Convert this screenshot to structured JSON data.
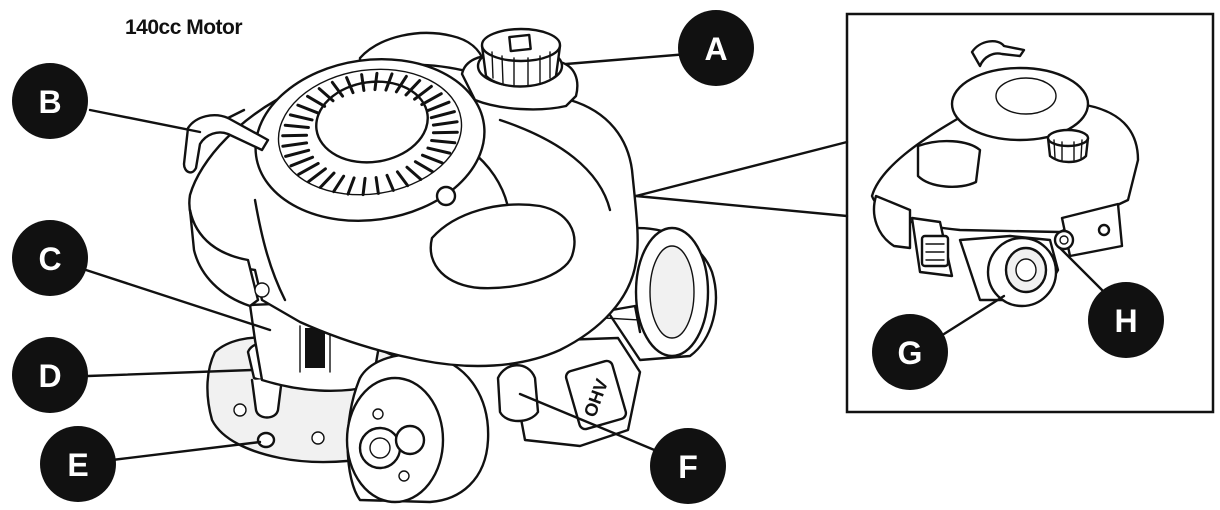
{
  "title": "140cc Motor",
  "callouts": [
    {
      "id": "a",
      "label": "A"
    },
    {
      "id": "b",
      "label": "B"
    },
    {
      "id": "c",
      "label": "C"
    },
    {
      "id": "d",
      "label": "D"
    },
    {
      "id": "e",
      "label": "E"
    },
    {
      "id": "f",
      "label": "F"
    },
    {
      "id": "g",
      "label": "G"
    },
    {
      "id": "h",
      "label": "H"
    }
  ],
  "valve_cover_text": "OHV",
  "colors": {
    "ink": "#111111",
    "badge_fill": "#111111",
    "badge_text": "#ffffff",
    "paper": "#ffffff"
  }
}
